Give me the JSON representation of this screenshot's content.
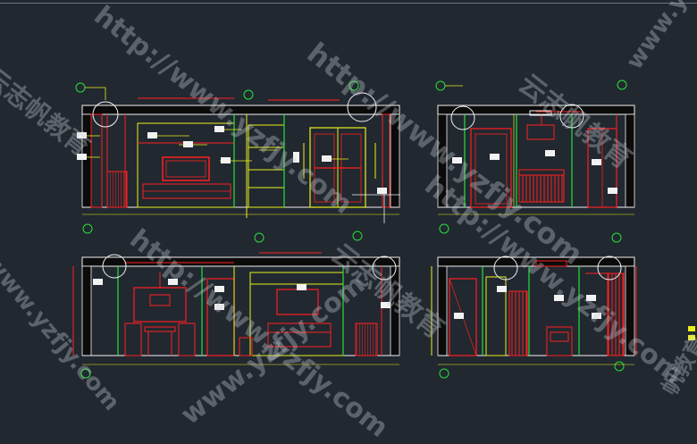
{
  "watermarks": {
    "url_text": "http://www.yzfjy.com",
    "short_url": "www.yzfjy.com",
    "cn_text": "云志帆教育",
    "cn_short": "帆教育"
  },
  "colors": {
    "background": "#212830",
    "red": "#ff1f1f",
    "yellow": "#e9ef1a",
    "green": "#27e03a",
    "white": "#f2f2f2",
    "watermark": "#c8cdd7"
  },
  "drawings": [
    {
      "id": "elevation-top-left"
    },
    {
      "id": "elevation-top-right"
    },
    {
      "id": "elevation-bottom-left"
    },
    {
      "id": "elevation-bottom-right"
    }
  ]
}
